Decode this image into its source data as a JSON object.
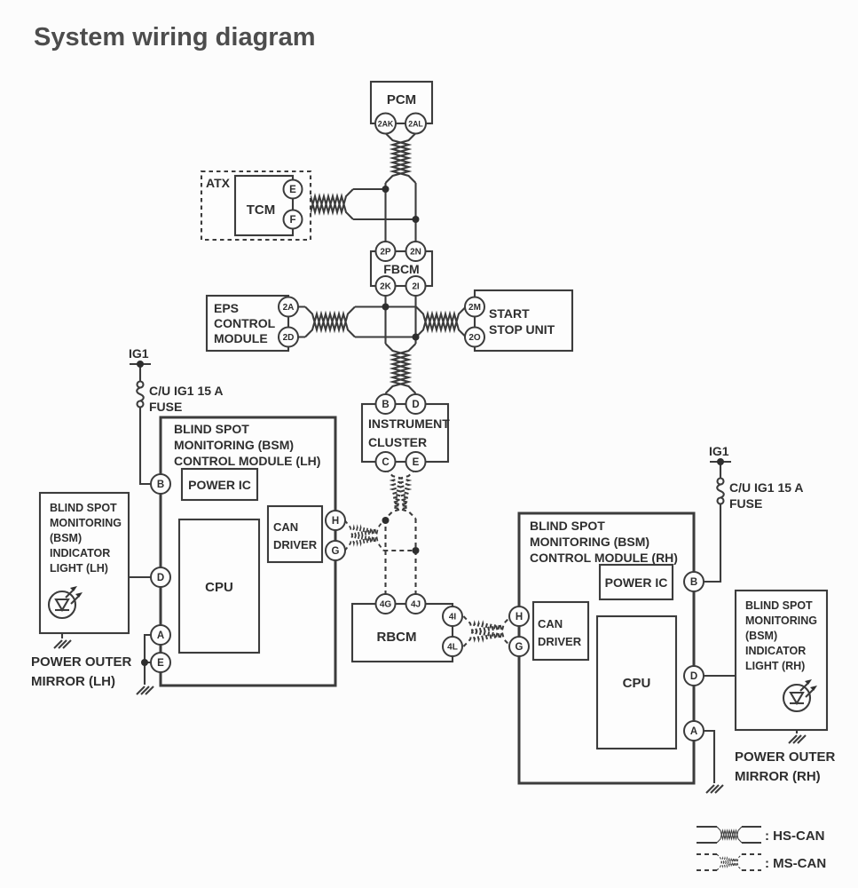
{
  "page": {
    "title": "System wiring diagram"
  },
  "colors": {
    "line": "#3c3c3c",
    "text": "#2e2e2e",
    "background": "#fcfcfc"
  },
  "pcm": {
    "label": "PCM",
    "pin_left": "2AK",
    "pin_right": "2AL"
  },
  "atx": {
    "label": "ATX"
  },
  "tcm": {
    "label": "TCM",
    "pin_top": "E",
    "pin_bottom": "F"
  },
  "fbcm": {
    "label": "FBCM",
    "pin_top_left": "2P",
    "pin_top_right": "2N",
    "pin_bottom_left": "2K",
    "pin_bottom_right": "2I"
  },
  "eps": {
    "line1": "EPS",
    "line2": "CONTROL",
    "line3": "MODULE",
    "pin_top": "2A",
    "pin_bottom": "2D"
  },
  "start_stop": {
    "line1": "START",
    "line2": "STOP UNIT",
    "pin_top": "2M",
    "pin_bottom": "2O"
  },
  "cluster": {
    "line1": "INSTRUMENT",
    "line2": "CLUSTER",
    "pin_top_left": "B",
    "pin_top_right": "D",
    "pin_bottom_left": "C",
    "pin_bottom_right": "E"
  },
  "fuse_left": {
    "rail": "IG1",
    "name": "C/U IG1 15 A",
    "label": "FUSE"
  },
  "fuse_right": {
    "rail": "IG1",
    "name": "C/U IG1 15 A",
    "label": "FUSE"
  },
  "bsm_lh": {
    "line1": "BLIND SPOT",
    "line2": "MONITORING (BSM)",
    "line3": "CONTROL MODULE (LH)",
    "power_ic": "POWER IC",
    "cpu": "CPU",
    "can1": "CAN",
    "can2": "DRIVER",
    "pin_b": "B",
    "pin_d": "D",
    "pin_a": "A",
    "pin_e": "E",
    "pin_h": "H",
    "pin_g": "G"
  },
  "indicator_lh": {
    "line1": "BLIND SPOT",
    "line2": "MONITORING",
    "line3": "(BSM)",
    "line4": "INDICATOR",
    "line5": "LIGHT (LH)"
  },
  "mirror_lh": {
    "line1": "POWER OUTER",
    "line2": "MIRROR (LH)"
  },
  "rbcm": {
    "label": "RBCM",
    "pin_top_left": "4G",
    "pin_top_right": "4J",
    "pin_right_top": "4I",
    "pin_right_bottom": "4L"
  },
  "bsm_rh": {
    "line1": "BLIND SPOT",
    "line2": "MONITORING (BSM)",
    "line3": "CONTROL MODULE (RH)",
    "power_ic": "POWER IC",
    "cpu": "CPU",
    "can1": "CAN",
    "can2": "DRIVER",
    "pin_b": "B",
    "pin_d": "D",
    "pin_a": "A",
    "pin_h": "H",
    "pin_g": "G"
  },
  "indicator_rh": {
    "line1": "BLIND SPOT",
    "line2": "MONITORING",
    "line3": "(BSM)",
    "line4": "INDICATOR",
    "line5": "LIGHT (RH)"
  },
  "mirror_rh": {
    "line1": "POWER OUTER",
    "line2": "MIRROR (RH)"
  },
  "legend": {
    "hs": ": HS-CAN",
    "ms": ": MS-CAN"
  }
}
